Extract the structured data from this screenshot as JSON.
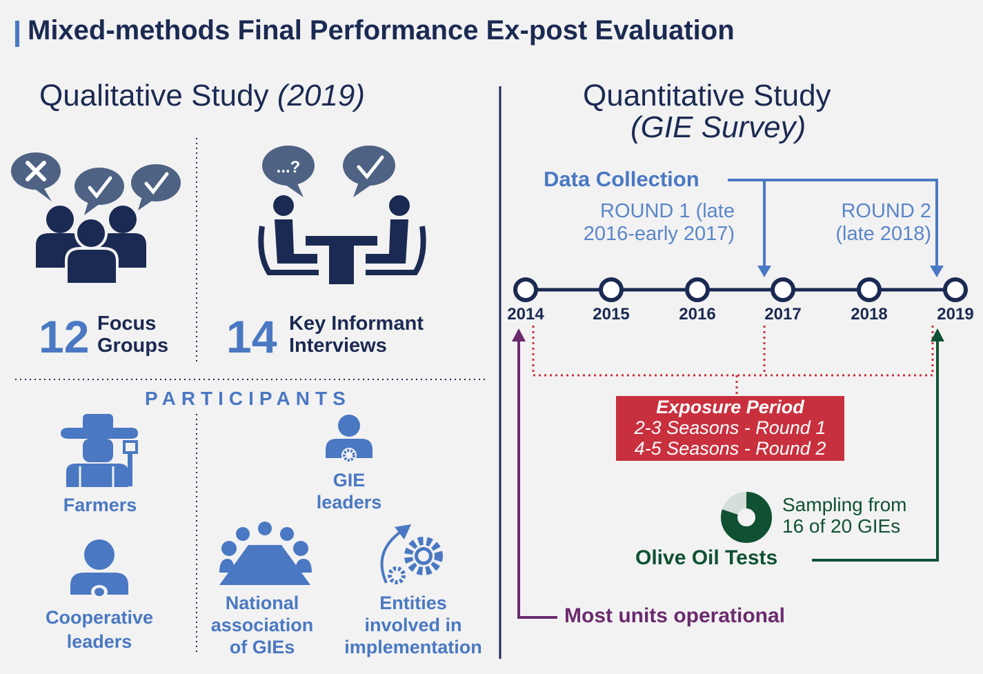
{
  "title": "Mixed-methods Final Performance Ex-post Evaluation",
  "qualitative": {
    "heading": "Qualitative Study",
    "year": "(2019)",
    "focus_groups": {
      "count": "12",
      "label_line1": "Focus",
      "label_line2": "Groups"
    },
    "interviews": {
      "count": "14",
      "label_line1": "Key Informant",
      "label_line2": "Interviews",
      "bubble_text": "...?"
    }
  },
  "participants": {
    "heading": "PARTICIPANTS",
    "farmers": "Farmers",
    "gie_leaders_1": "GIE",
    "gie_leaders_2": "leaders",
    "cooperative_1": "Cooperative",
    "cooperative_2": "leaders",
    "national_1": "National",
    "national_2": "association",
    "national_3": "of GIEs",
    "entities_1": "Entities",
    "entities_2": "involved in",
    "entities_3": "implementation"
  },
  "quantitative": {
    "heading": "Quantitative Study",
    "subheading": "(GIE Survey)",
    "data_collection": "Data Collection",
    "round1_line1": "ROUND 1 (late",
    "round1_line2": "2016-early 2017)",
    "round2_line1": "ROUND 2",
    "round2_line2": "(late 2018)",
    "years": [
      "2014",
      "2015",
      "2016",
      "2017",
      "2018",
      "2019"
    ],
    "exposure_title": "Exposure Period",
    "exposure_line1": "2-3 Seasons - Round 1",
    "exposure_line2": "4-5 Seasons - Round 2",
    "sampling_line1": "Sampling from",
    "sampling_line2": "16 of 20 GIEs",
    "sampling_fraction": 0.8,
    "olive_oil": "Olive Oil Tests",
    "most_units": "Most units operational"
  },
  "colors": {
    "navy": "#1b2a52",
    "blue": "#4a78c2",
    "red": "#c9303e",
    "green": "#0f5132",
    "purple": "#6b2a6e"
  }
}
